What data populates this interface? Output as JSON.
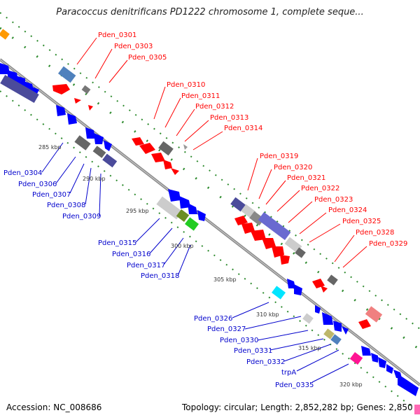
{
  "title": "Paracoccus denitrificans PD1222 chromosome 1, complete seque...",
  "footer": {
    "accession": "Accession: NC_008686",
    "topology": "Topology: circular; Length: 2,852,282 bp; Genes: 2,850"
  },
  "colors": {
    "backbone": "#909090",
    "gc_dots": "#2e8b2e",
    "forward": "#0000ff",
    "reverse": "#ff0000",
    "label_top": "#ff0000",
    "label_bottom": "#0000cc"
  },
  "kbp_labels": [
    "285 kbp",
    "290 kbp",
    "295 kbp",
    "300 kbp",
    "305 kbp",
    "310 kbp",
    "315 kbp",
    "320 kbp"
  ],
  "top_labels": [
    "Pden_0301",
    "Pden_0303",
    "Pden_0305",
    "Pden_0310",
    "Pden_0311",
    "Pden_0312",
    "Pden_0313",
    "Pden_0314",
    "Pden_0319",
    "Pden_0320",
    "Pden_0321",
    "Pden_0322",
    "Pden_0323",
    "Pden_0324",
    "Pden_0325",
    "Pden_0328",
    "Pden_0329"
  ],
  "bottom_labels": [
    "Pden_0304",
    "Pden_0306",
    "Pden_0307",
    "Pden_0308",
    "Pden_0309",
    "Pden_0315",
    "Pden_0316",
    "Pden_0317",
    "Pden_0318",
    "Pden_0326",
    "Pden_0327",
    "Pden_0330",
    "Pden_0331",
    "Pden_0332",
    "trpA",
    "Pden_0335"
  ]
}
